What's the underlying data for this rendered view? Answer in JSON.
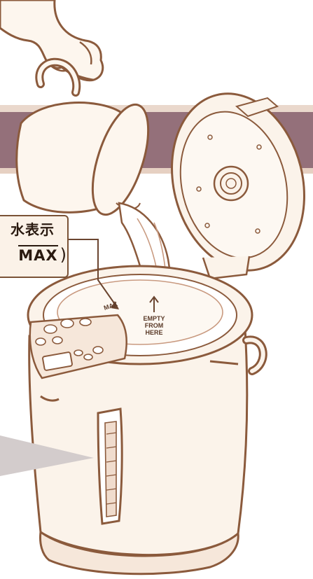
{
  "callout": {
    "line1": "水表示",
    "line2_max": "MAX",
    "line2_paren": ")"
  },
  "inner_labels": {
    "max_mark": "MAX",
    "empty_line1": "EMPTY",
    "empty_line2": "FROM",
    "empty_line3": "HERE"
  },
  "colors": {
    "outline": "#8b5a3c",
    "banner": "#94707a",
    "banner_border": "#c9a48e",
    "body_fill": "#fbf3ea",
    "water": "#ffffff"
  }
}
